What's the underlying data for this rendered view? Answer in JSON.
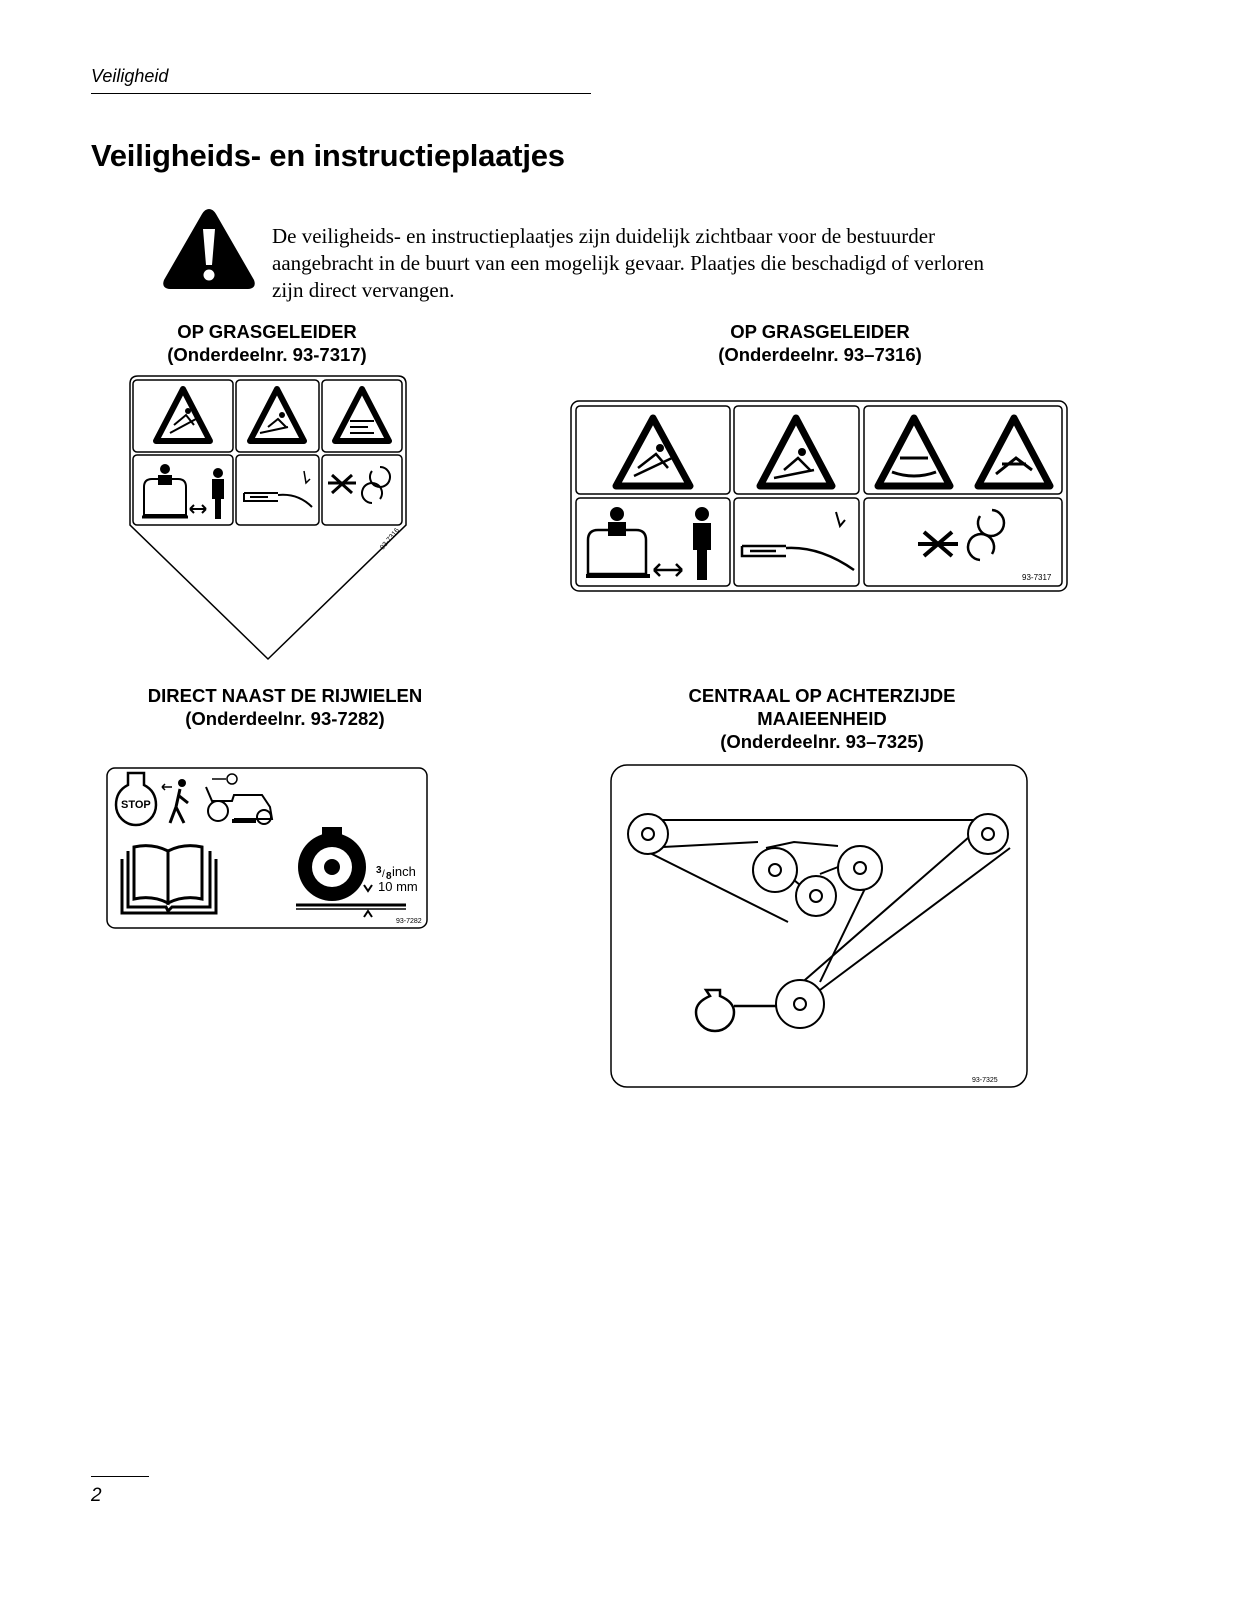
{
  "header": {
    "section": "Veiligheid"
  },
  "page_title": "Veiligheids- en instructieplaatjes",
  "intro_text": "De veiligheids- en instructieplaatjes zijn duidelijk zichtbaar voor de bestuurder aangebracht in de buurt van een mogelijk gevaar. Plaatjes die beschadigd of verloren zijn direct vervangen.",
  "decals": [
    {
      "location": "OP GRASGELEIDER",
      "part": "(Onderdeelnr. 93-7317)",
      "code": "93-7316"
    },
    {
      "location": "OP GRASGELEIDER",
      "part": "(Onderdeelnr. 93–7316)",
      "code": "93-7317"
    },
    {
      "location": "DIRECT NAAST DE RIJWIELEN",
      "part": "(Onderdeelnr. 93-7282)",
      "code": "93-7282",
      "stop_label": "STOP",
      "height_inch": "inch",
      "height_mm": "10 mm"
    },
    {
      "location_line1": "CENTRAAL OP ACHTERZIJDE",
      "location_line2": "MAAIEENHEID",
      "part": "(Onderdeelnr. 93–7325)",
      "code": "93-7325"
    }
  ],
  "footer": {
    "page_number": "2"
  }
}
